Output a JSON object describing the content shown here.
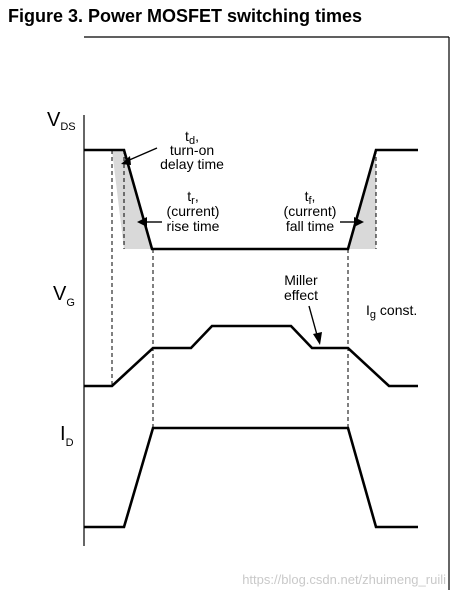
{
  "figure": {
    "title": "Figure 3. Power MOSFET switching times"
  },
  "axes": {
    "vds": {
      "main": "V",
      "sub": "DS"
    },
    "vg": {
      "main": "V",
      "sub": "G"
    },
    "id": {
      "main": "I",
      "sub": "D"
    }
  },
  "annotations": {
    "td": {
      "symbol": "t",
      "sub": "d",
      "comma": ",",
      "line2": "turn-on",
      "line3": "delay time"
    },
    "tr": {
      "symbol": "t",
      "sub": "r",
      "comma": ",",
      "line2": "(current)",
      "line3": "rise time"
    },
    "tf": {
      "symbol": "t",
      "sub": "f",
      "comma": ",",
      "line2": "(current)",
      "line3": "fall time"
    },
    "miller": {
      "line1": "Miller",
      "line2": "effect"
    },
    "ig": {
      "symbol": "I",
      "sub": "g",
      "rest": " const."
    }
  },
  "watermark": "https://blog.csdn.net/zhuimeng_ruili",
  "colors": {
    "stroke": "#000000",
    "shade": "#d9d9d9",
    "watermark": "#c9c9c9"
  }
}
